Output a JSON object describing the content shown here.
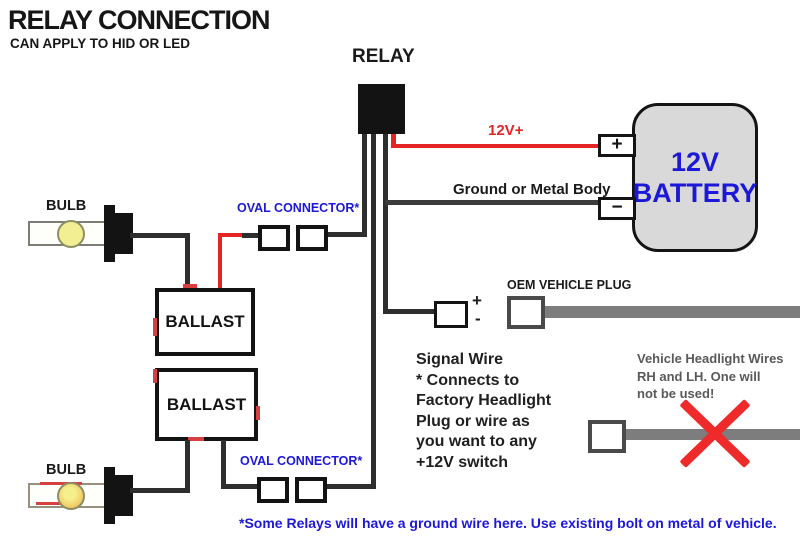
{
  "header": {
    "title": "RELAY CONNECTION",
    "subtitle": "CAN APPLY TO HID OR LED"
  },
  "relay": {
    "label": "RELAY"
  },
  "battery": {
    "line1": "12V",
    "line2": "BATTERY",
    "plus_terminal": "+",
    "minus_terminal": "−"
  },
  "wires": {
    "positive_label": "12V+",
    "ground_label": "Ground or Metal Body"
  },
  "bulbs": {
    "top_label": "BULB",
    "bottom_label": "BULB"
  },
  "connectors": {
    "top_label": "OVAL CONNECTOR*",
    "bottom_label": "OVAL CONNECTOR*"
  },
  "ballasts": {
    "top_label": "BALLAST",
    "bottom_label": "BALLAST"
  },
  "signal_plug": {
    "plus": "+",
    "minus": "-"
  },
  "oem_plug": {
    "label": "OEM VEHICLE PLUG"
  },
  "signal_note": {
    "lines": [
      "Signal Wire",
      "* Connects to",
      "Factory Headlight",
      "Plug or wire as",
      "you want to any",
      "+12V switch"
    ]
  },
  "headlight_note": {
    "lines": [
      "Vehicle Headlight Wires",
      "RH and LH. One will",
      "not be used!"
    ]
  },
  "footer_note": "*Some Relays will have a ground wire here. Use existing bolt on metal of vehicle.",
  "colors": {
    "accent_blue": "#1c18d8",
    "wire_red": "#e42525",
    "wire_black": "#2e2e2e",
    "cable_grey": "#7d7d7d",
    "battery_fill": "#d9d9d9",
    "note_grey": "#595959",
    "x_red": "#ee2a2a"
  }
}
